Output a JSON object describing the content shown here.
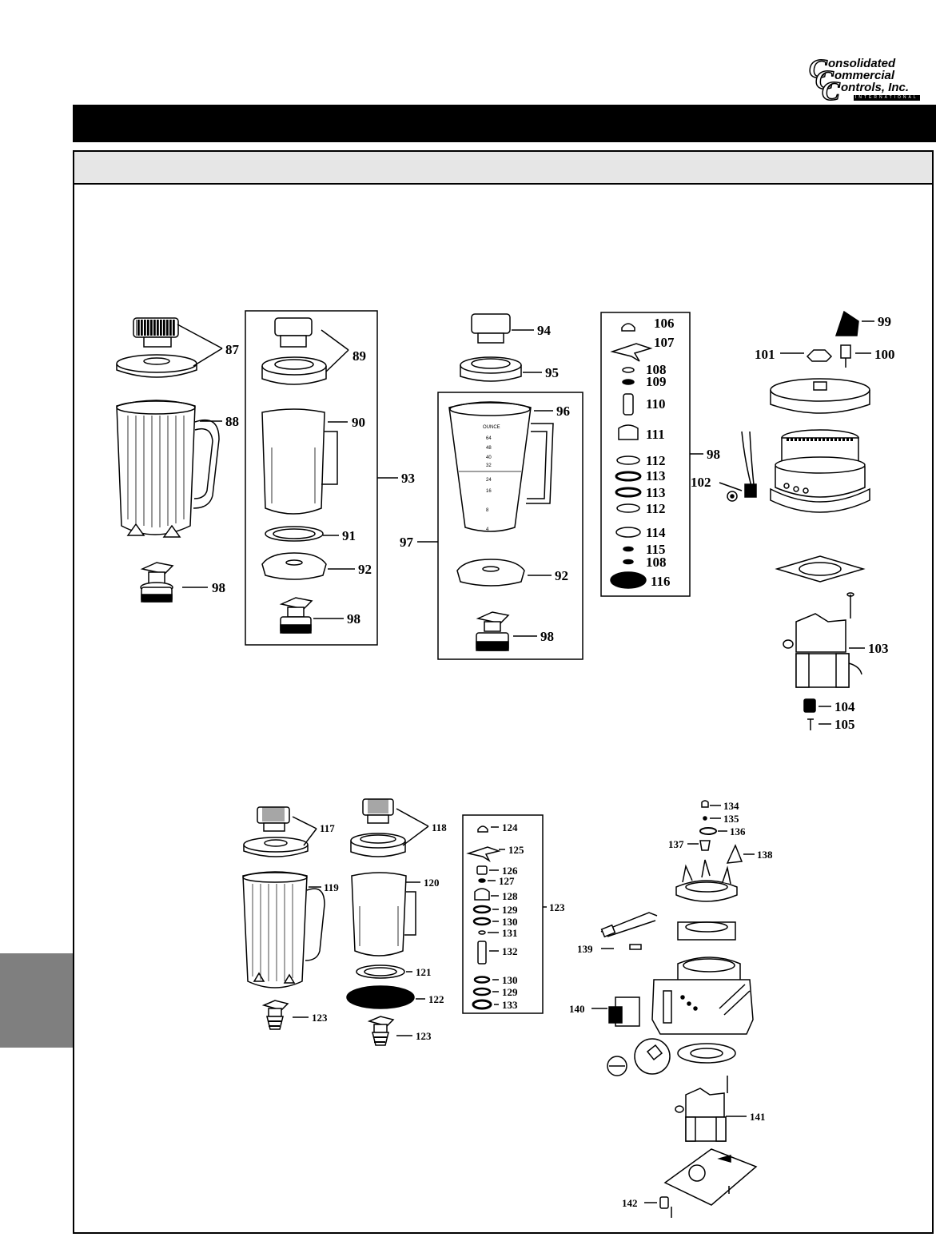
{
  "brand": {
    "line1": "onsolidated",
    "line2": "ommercial",
    "line3": "ontrols, Inc.",
    "initials": "C",
    "tagline": "INTERNATIONAL"
  },
  "header": {
    "title": "",
    "subtitle": ""
  },
  "callouts": {
    "c87": "87",
    "c88": "88",
    "c89": "89",
    "c90": "90",
    "c91": "91",
    "c92a": "92",
    "c98a": "98",
    "c93": "93",
    "c98b": "98",
    "c94": "94",
    "c95": "95",
    "c96": "96",
    "c97": "97",
    "c92b": "92",
    "c98c": "98",
    "c106": "106",
    "c107": "107",
    "c108a": "108",
    "c109": "109",
    "c110": "110",
    "c111": "111",
    "c112a": "112",
    "c113a": "113",
    "c113b": "113",
    "c112b": "112",
    "c114": "114",
    "c115": "115",
    "c108b": "108",
    "c116": "116",
    "c98d": "98",
    "c99": "99",
    "c101": "101",
    "c100": "100",
    "c102": "102",
    "c103": "103",
    "c104": "104",
    "c105": "105",
    "c117": "117",
    "c119": "119",
    "c123a": "123",
    "c118": "118",
    "c120": "120",
    "c121": "121",
    "c122": "122",
    "c123b": "123",
    "c124": "124",
    "c125": "125",
    "c126": "126",
    "c127": "127",
    "c128": "128",
    "c129a": "129",
    "c130a": "130",
    "c131": "131",
    "c132": "132",
    "c130b": "130",
    "c129b": "129",
    "c133": "133",
    "c123c": "123",
    "c134": "134",
    "c135": "135",
    "c136": "136",
    "c137": "137",
    "c138": "138",
    "c139": "139",
    "c140": "140",
    "c141": "141",
    "c142": "142"
  },
  "jar_ticks": {
    "a": "64",
    "b": "48",
    "c": "40",
    "d": "32",
    "e": "24",
    "f": "16",
    "g": "8",
    "h": "4",
    "ounce": "OUNCE"
  }
}
